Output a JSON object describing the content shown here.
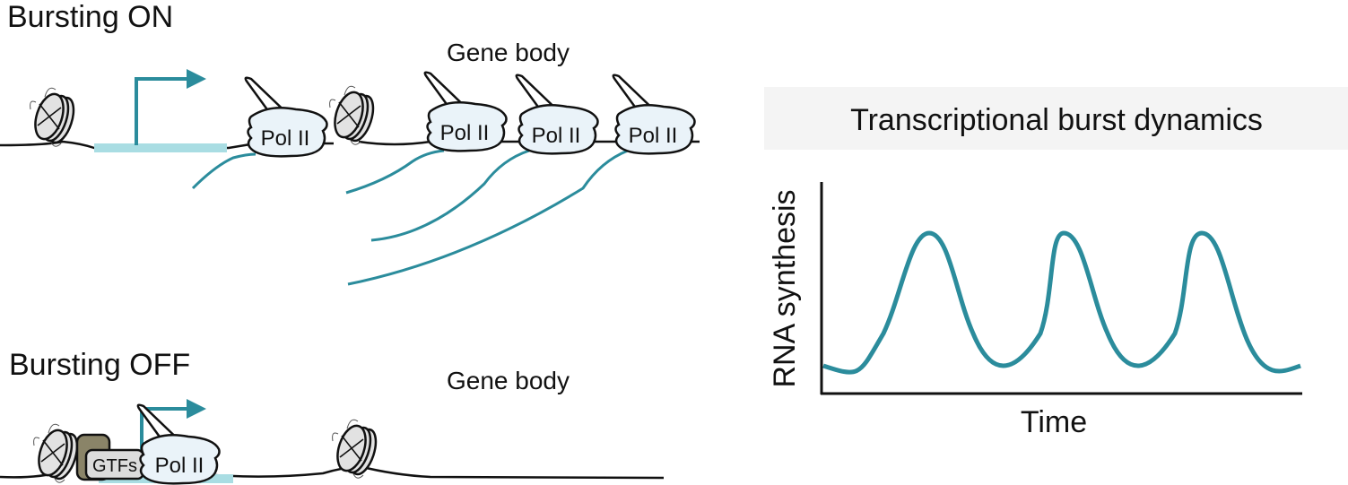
{
  "panels": {
    "on": {
      "title": "Bursting ON",
      "gene_body_label": "Gene body",
      "polymerase_labels": [
        "Pol II",
        "Pol II",
        "Pol II",
        "Pol II"
      ]
    },
    "off": {
      "title": "Bursting OFF",
      "gene_body_label": "Gene body",
      "gtfs_label": "GTFs",
      "polymerase_label": "Pol II"
    }
  },
  "chart": {
    "header": "Transcriptional burst dynamics"
  },
  "chart_data": {
    "type": "line",
    "title": "Transcriptional burst dynamics",
    "xlabel": "Time",
    "ylabel": "RNA synthesis",
    "axis_ticks": false,
    "grid": false,
    "legend": "none",
    "xlim": [
      0,
      1
    ],
    "ylim": [
      0,
      1
    ],
    "series": [
      {
        "x": [
          0.0,
          0.05,
          0.1,
          0.15,
          0.2,
          0.25,
          0.3,
          0.35,
          0.4,
          0.45,
          0.5,
          0.55,
          0.6,
          0.65,
          0.7,
          0.75,
          0.8,
          0.85,
          0.9,
          0.95,
          1.0
        ],
        "values": [
          0.13,
          0.1,
          0.1,
          0.45,
          0.76,
          0.48,
          0.08,
          0.08,
          0.4,
          0.76,
          0.5,
          0.09,
          0.08,
          0.35,
          0.76,
          0.52,
          0.1,
          0.08,
          0.1,
          0.12,
          0.13
        ]
      }
    ],
    "colors": {
      "curve": "#2b8c9c",
      "promoter": "#a9dde3",
      "gtfs": "#8a8468"
    }
  }
}
